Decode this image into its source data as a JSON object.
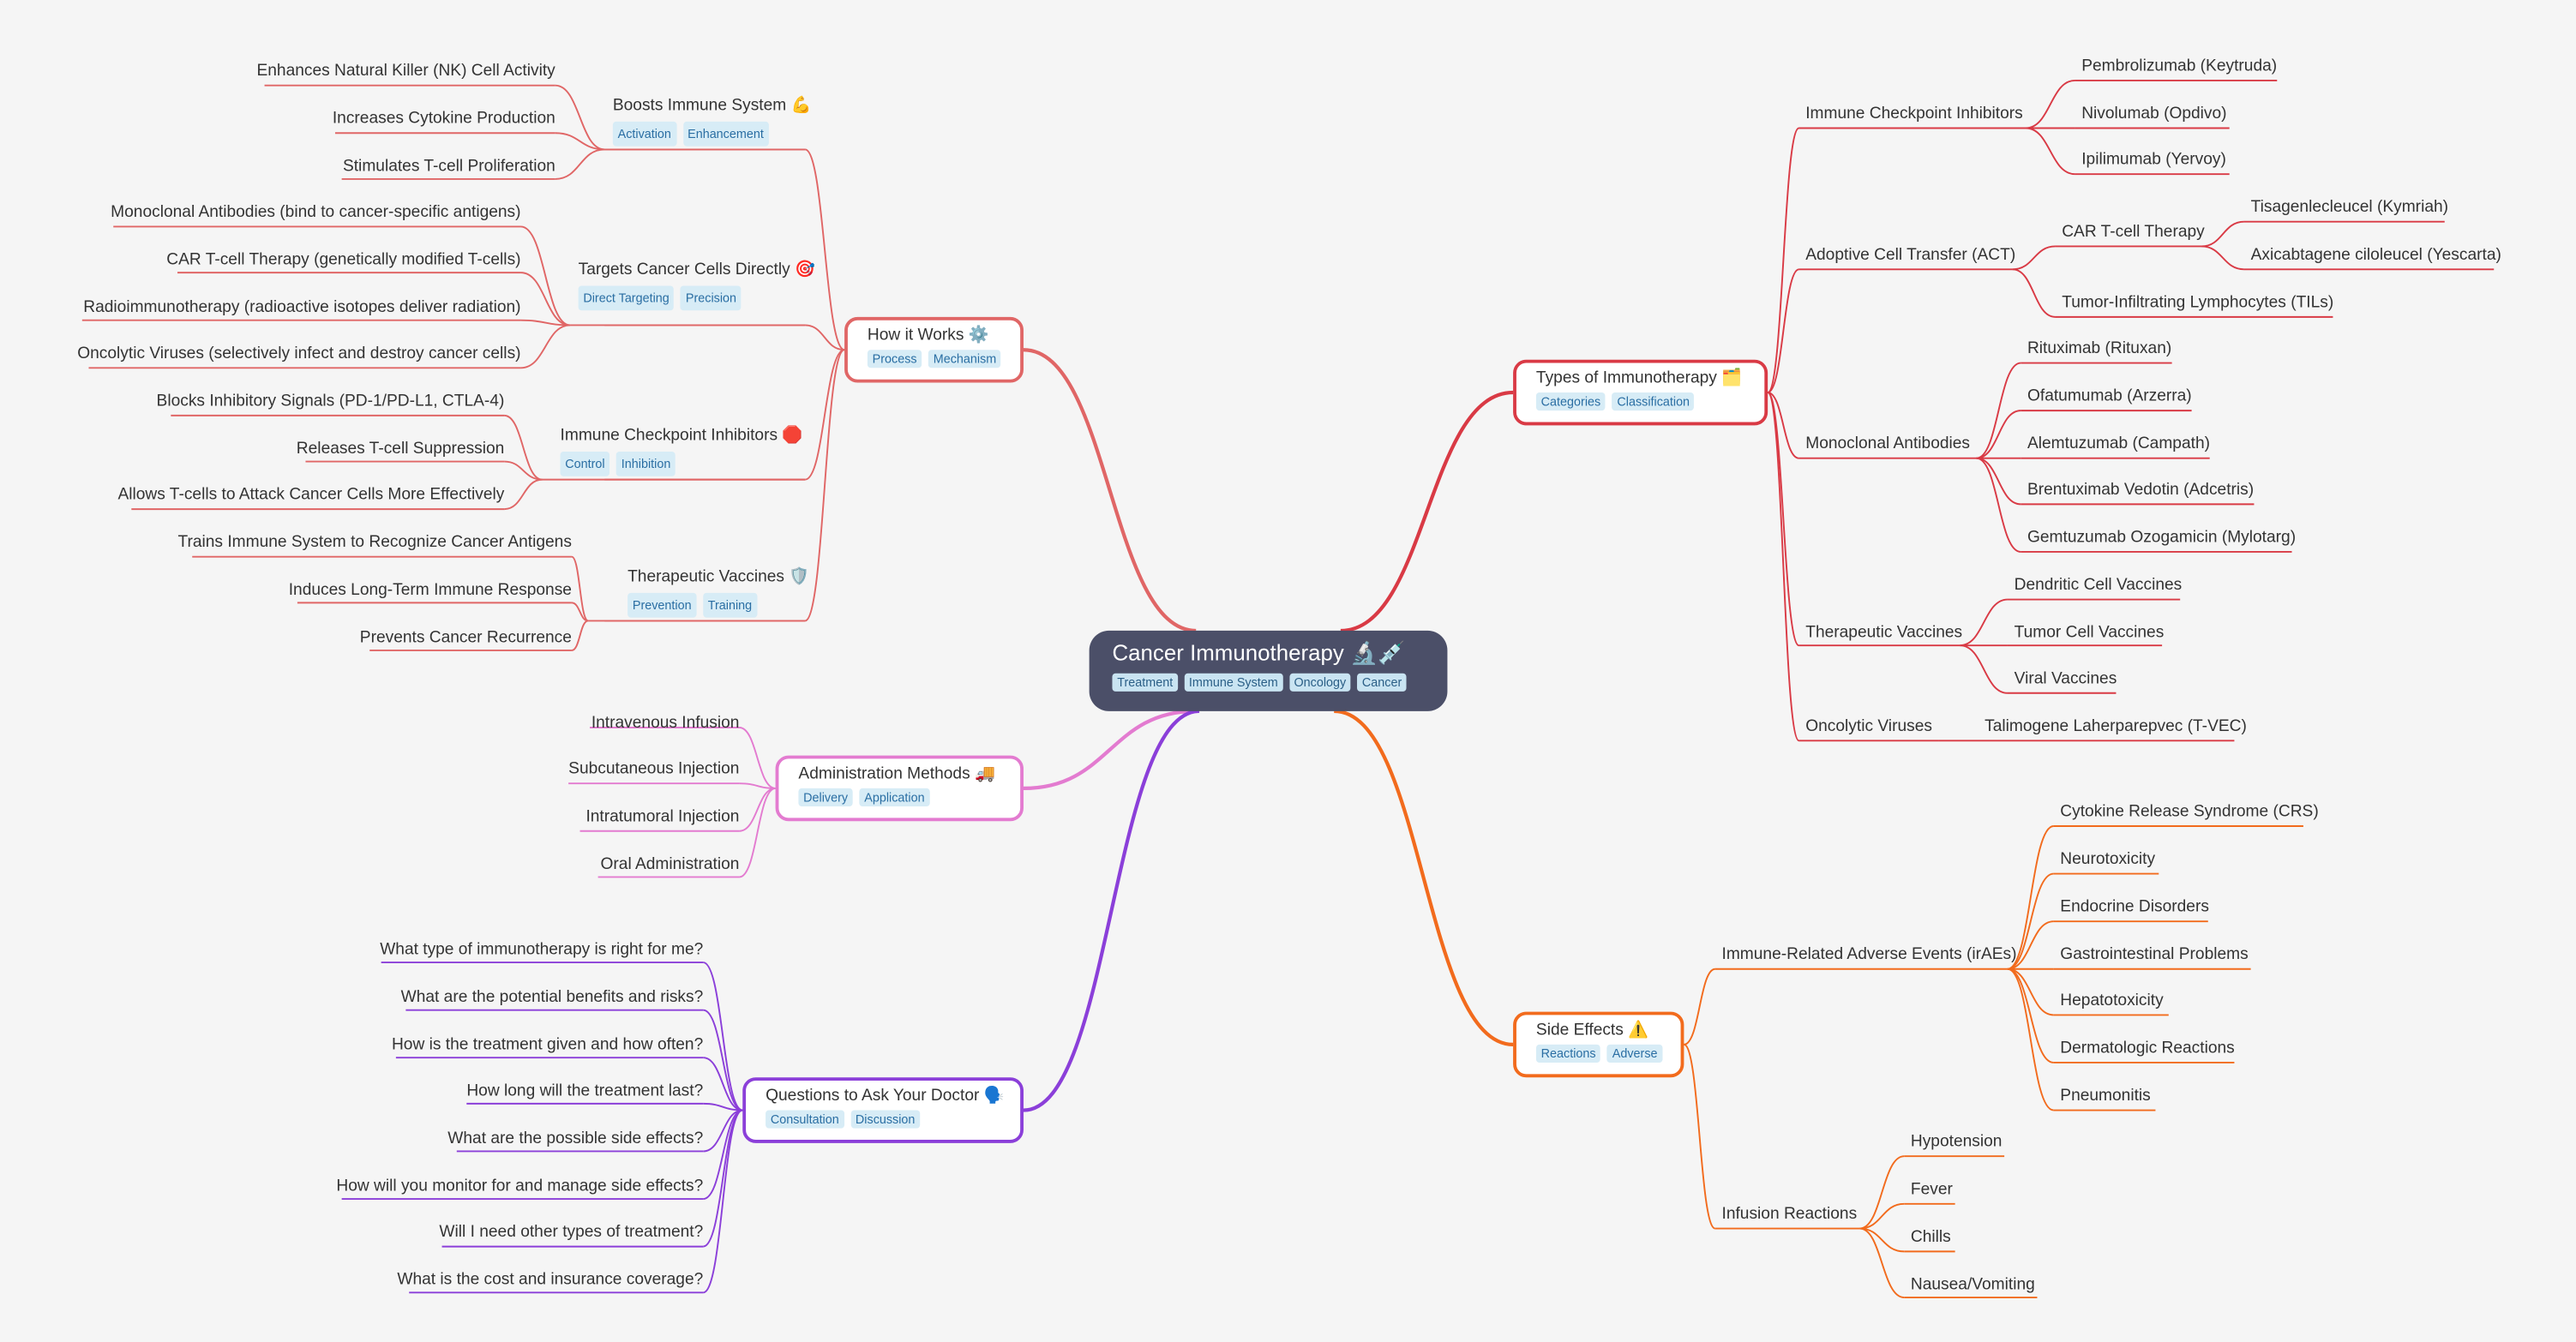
{
  "root": {
    "title": "Cancer Immunotherapy 🔬💉",
    "tags": [
      "Treatment",
      "Immune System",
      "Oncology",
      "Cancer"
    ]
  },
  "how_it_works": {
    "title": "How it Works ⚙️",
    "tags": [
      "Process",
      "Mechanism"
    ],
    "color": "#e06666",
    "children": [
      {
        "title": "Boosts Immune System 💪",
        "tags": [
          "Activation",
          "Enhancement"
        ],
        "leaves": [
          "Enhances Natural Killer (NK) Cell Activity",
          "Increases Cytokine Production",
          "Stimulates T-cell Proliferation"
        ]
      },
      {
        "title": "Targets Cancer Cells Directly 🎯",
        "tags": [
          "Direct Targeting",
          "Precision"
        ],
        "leaves": [
          "Monoclonal Antibodies (bind to cancer-specific antigens)",
          "CAR T-cell Therapy (genetically modified T-cells)",
          "Radioimmunotherapy (radioactive isotopes deliver radiation)",
          "Oncolytic Viruses (selectively infect and destroy cancer cells)"
        ]
      },
      {
        "title": "Immune Checkpoint Inhibitors 🛑",
        "tags": [
          "Control",
          "Inhibition"
        ],
        "leaves": [
          "Blocks Inhibitory Signals (PD-1/PD-L1, CTLA-4)",
          "Releases T-cell Suppression",
          "Allows T-cells to Attack Cancer Cells More Effectively"
        ]
      },
      {
        "title": "Therapeutic Vaccines 🛡️",
        "tags": [
          "Prevention",
          "Training"
        ],
        "leaves": [
          "Trains Immune System to Recognize Cancer Antigens",
          "Induces Long-Term Immune Response",
          "Prevents Cancer Recurrence"
        ]
      }
    ]
  },
  "administration": {
    "title": "Administration Methods 🚚",
    "tags": [
      "Delivery",
      "Application"
    ],
    "color": "#e37bd0",
    "leaves": [
      "Intravenous Infusion",
      "Subcutaneous Injection",
      "Intratumoral Injection",
      "Oral Administration"
    ]
  },
  "questions": {
    "title": "Questions to Ask Your Doctor 🗣️",
    "tags": [
      "Consultation",
      "Discussion"
    ],
    "color": "#8b3fd9",
    "leaves": [
      "What type of immunotherapy is right for me?",
      "What are the potential benefits and risks?",
      "How is the treatment given and how often?",
      "How long will the treatment last?",
      "What are the possible side effects?",
      "How will you monitor for and manage side effects?",
      "Will I need other types of treatment?",
      "What is the cost and insurance coverage?"
    ]
  },
  "types": {
    "title": "Types of Immunotherapy 🗂️",
    "tags": [
      "Categories",
      "Classification"
    ],
    "color": "#d93a45",
    "children": [
      {
        "title": "Immune Checkpoint Inhibitors",
        "leaves": [
          "Pembrolizumab (Keytruda)",
          "Nivolumab (Opdivo)",
          "Ipilimumab (Yervoy)"
        ]
      },
      {
        "title": "Adoptive Cell Transfer (ACT)",
        "sub": {
          "title": "CAR T-cell Therapy",
          "leaves": [
            "Tisagenlecleucel (Kymriah)",
            "Axicabtagene ciloleucel (Yescarta)"
          ]
        },
        "leaves": [
          "Tumor-Infiltrating Lymphocytes (TILs)"
        ]
      },
      {
        "title": "Monoclonal Antibodies",
        "leaves": [
          "Rituximab (Rituxan)",
          "Ofatumumab (Arzerra)",
          "Alemtuzumab (Campath)",
          "Brentuximab Vedotin (Adcetris)",
          "Gemtuzumab Ozogamicin (Mylotarg)"
        ]
      },
      {
        "title": "Therapeutic Vaccines",
        "leaves": [
          "Dendritic Cell Vaccines",
          "Tumor Cell Vaccines",
          "Viral Vaccines"
        ]
      },
      {
        "title": "Oncolytic Viruses",
        "leaves": [
          "Talimogene Laherparepvec (T-VEC)"
        ]
      }
    ]
  },
  "side_effects": {
    "title": "Side Effects ⚠️",
    "tags": [
      "Reactions",
      "Adverse"
    ],
    "color": "#f26b1d",
    "children": [
      {
        "title": "Immune-Related Adverse Events (irAEs)",
        "leaves": [
          "Cytokine Release Syndrome (CRS)",
          "Neurotoxicity",
          "Endocrine Disorders",
          "Gastrointestinal Problems",
          "Hepatotoxicity",
          "Dermatologic Reactions",
          "Pneumonitis"
        ]
      },
      {
        "title": "Infusion Reactions",
        "leaves": [
          "Hypotension",
          "Fever",
          "Chills",
          "Nausea/Vomiting"
        ]
      }
    ]
  }
}
